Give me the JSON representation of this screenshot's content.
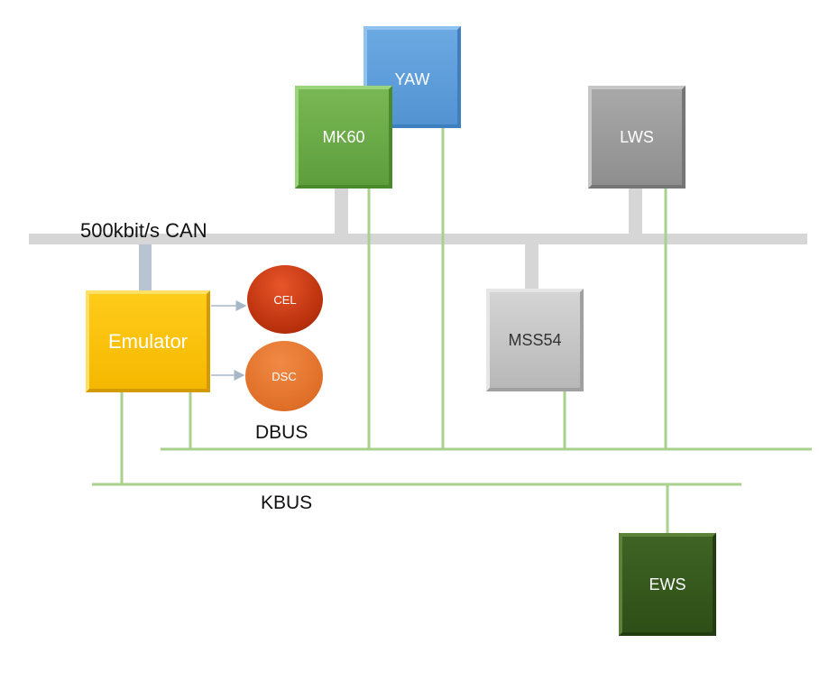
{
  "buses": {
    "can": "500kbit/s CAN",
    "dbus": "DBUS",
    "kbus": "KBUS"
  },
  "nodes": {
    "yaw": "YAW",
    "mk60": "MK60",
    "lws": "LWS",
    "mss54": "MSS54",
    "emulator": "Emulator",
    "cel": "CEL",
    "dsc": "DSC",
    "ews": "EWS"
  },
  "colors": {
    "can_bus": "#d6d6d6",
    "kline": "#a9d18e",
    "arrow": "#a7b7c9"
  }
}
